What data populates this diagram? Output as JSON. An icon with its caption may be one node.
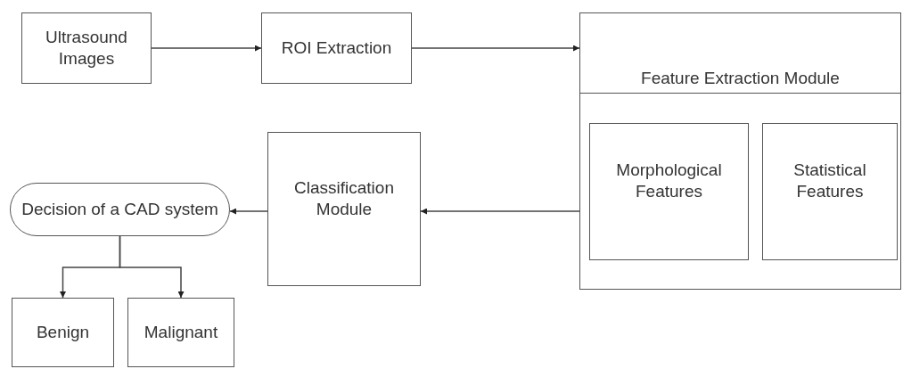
{
  "diagram": {
    "nodes": [
      {
        "text": [
          "Ultrasound Images"
        ]
      },
      {
        "text": [
          "ROI Extraction"
        ]
      },
      {
        "text": [
          "Feature Extraction Module"
        ]
      },
      {
        "text": [
          "Morphological Features"
        ],
        "in": 2
      },
      {
        "text": [
          "Statistical Features"
        ],
        "in": 2
      },
      {
        "text": [
          "Classification Module"
        ]
      },
      {
        "text": [
          "Decision of a CAD system"
        ]
      },
      {
        "text": [
          "Benign"
        ]
      },
      {
        "text": [
          "Malignant"
        ]
      }
    ],
    "edges": [
      {
        "from": 0,
        "to": 1,
        "arrow": "to"
      },
      {
        "from": 1,
        "to": 2,
        "arrow": "to"
      },
      {
        "from": 2,
        "to": 5,
        "arrow": "to"
      },
      {
        "from": 5,
        "to": 6,
        "arrow": "to"
      },
      {
        "from": 6,
        "to": 7,
        "arrow": "to"
      },
      {
        "from": 6,
        "to": 8,
        "arrow": "to"
      }
    ]
  }
}
